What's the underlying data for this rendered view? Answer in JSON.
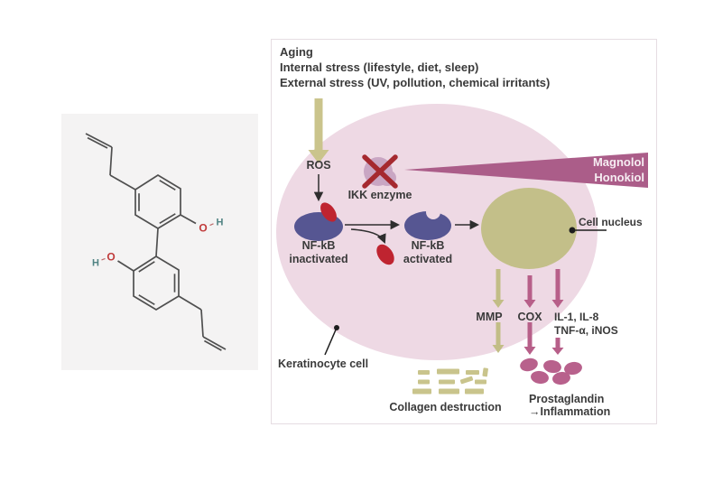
{
  "molecule_panel": {
    "description": "Magnolol structural formula (biphenyl with two hydroxyl and two allyl groups)",
    "atoms": {
      "o_upper": "O",
      "h_upper": "H",
      "o_lower": "O",
      "h_lower": "H"
    }
  },
  "diagram": {
    "stressors": [
      "Aging",
      "Internal stress (lifestyle, diet, sleep)",
      "External stress (UV, pollution, chemical irritants)"
    ],
    "nodes": {
      "ros": "ROS",
      "ikk_enzyme": "IKK enzyme",
      "nfkb_inactivated": [
        "NF-kB",
        "inactivated"
      ],
      "nfkb_activated": [
        "NF-kB",
        "activated"
      ],
      "inhibitors": [
        "Magnolol",
        "Honokiol"
      ],
      "cell_nucleus": "Cell nucleus",
      "keratinocyte": "Keratinocyte cell",
      "mmp": "MMP",
      "cox": "COX",
      "cytokines": [
        "IL-1, IL-8",
        "TNF-α, iNOS"
      ],
      "collagen": "Collagen destruction",
      "prostaglandin": [
        "Prostaglandin",
        "→Inflammation"
      ]
    },
    "colors": {
      "cell_cytoplasm": "#eed9e4",
      "cell_nucleus": "#c3bf89",
      "olive_arrow": "#cac48c",
      "magenta_arrow": "#b75f89",
      "inhibitor_wedge": "#ab5d89",
      "nfkb_blob": "#565692",
      "ikb_subunit_red": "#bf2430",
      "ikk_blob": "#c9a6c3",
      "blocked_x": "#a5292f",
      "text": "#3a3a3a"
    }
  }
}
